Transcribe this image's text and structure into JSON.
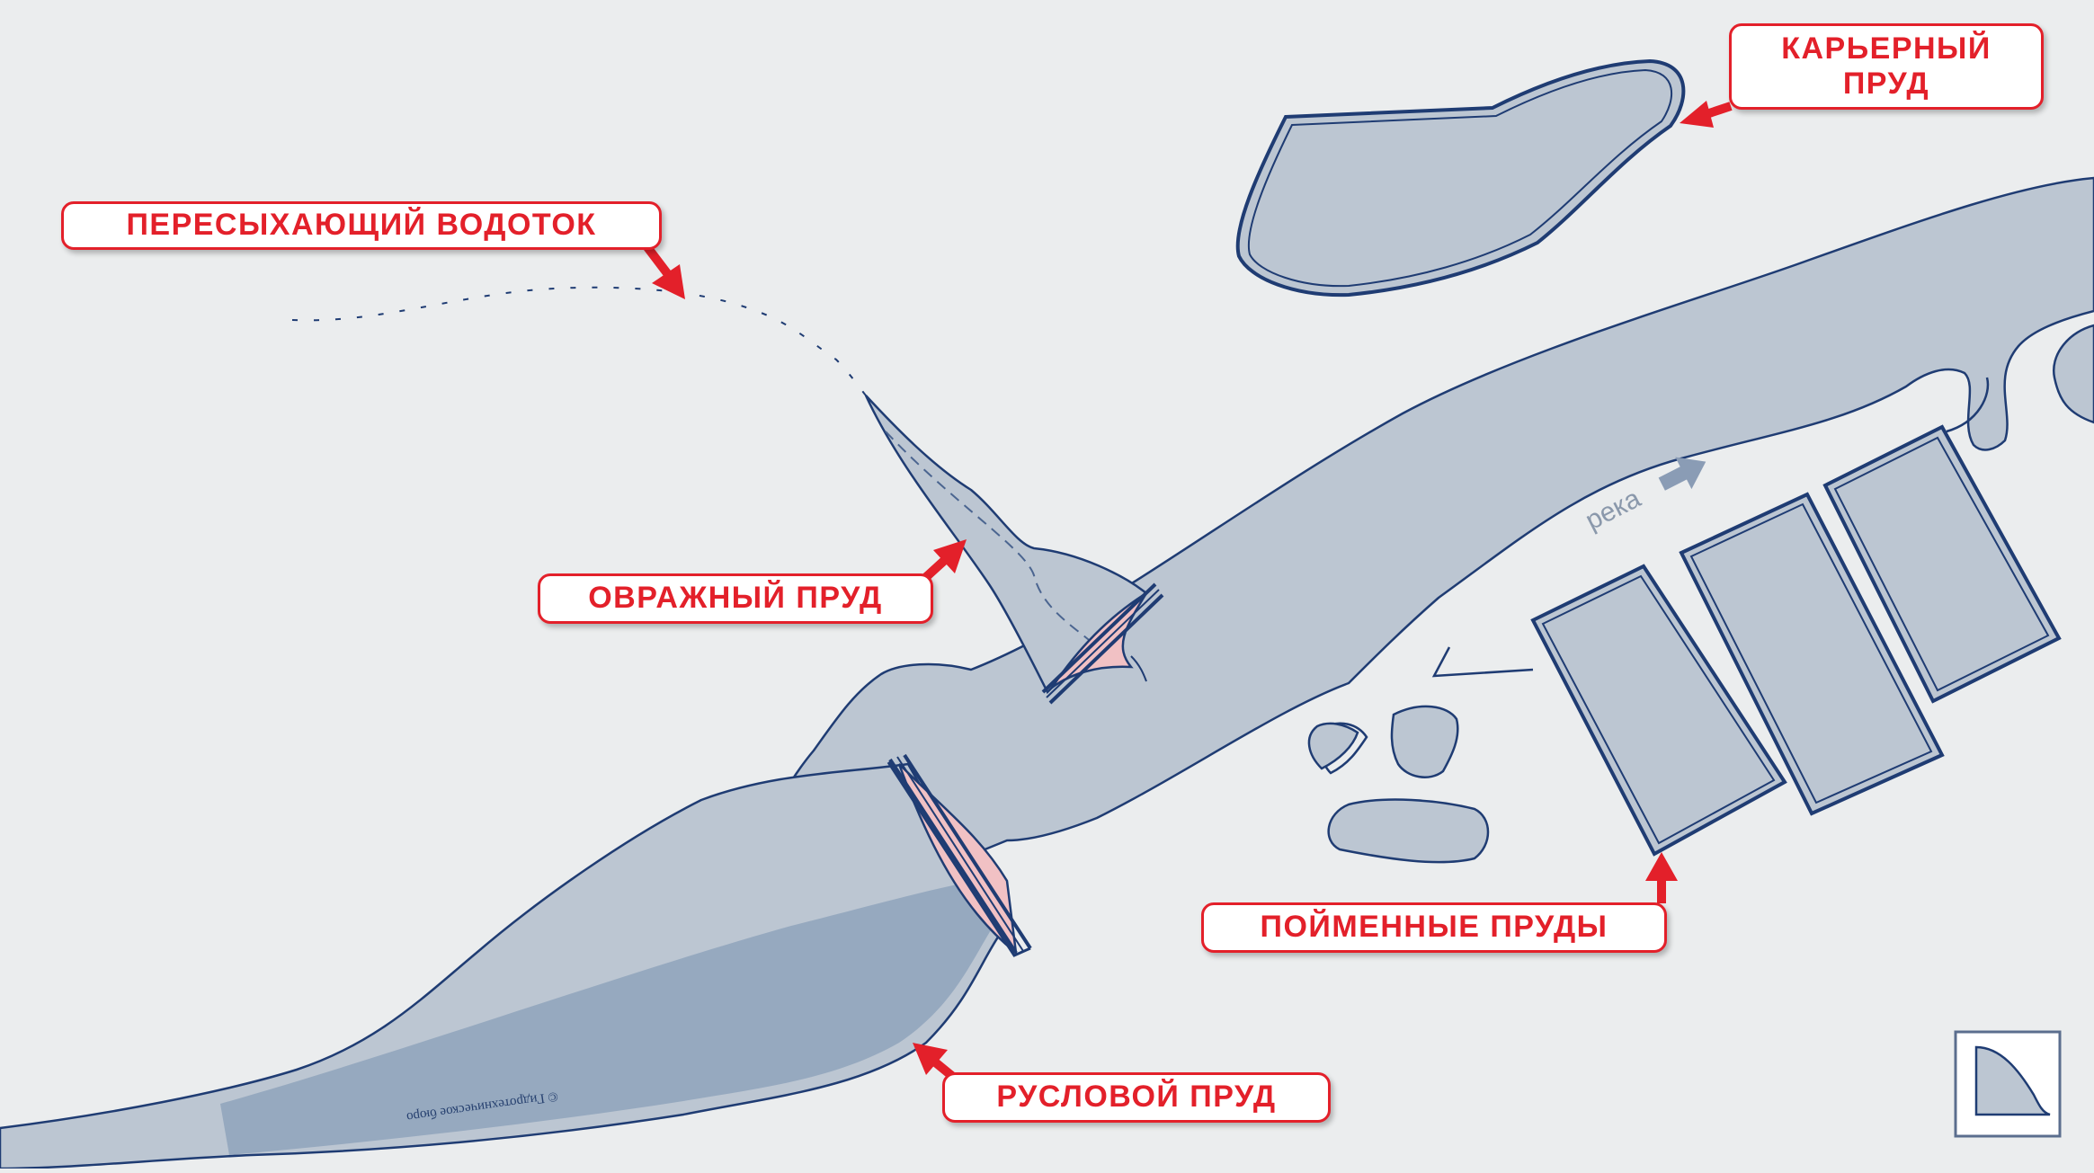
{
  "labels": {
    "dry_stream": "ПЕРЕСЫХАЮЩИЙ ВОДОТОК",
    "quarry_pond_line1": "КАРЬЕРНЫЙ",
    "quarry_pond_line2": "ПРУД",
    "ravine_pond": "ОВРАЖНЫЙ ПРУД",
    "floodplain_ponds": "ПОЙМЕННЫЕ ПРУДЫ",
    "channel_pond": "РУСЛОВОЙ ПРУД",
    "river": "река",
    "copyright": "© Гидротехническое бюро"
  },
  "icons": {
    "flow_arrow": "flow-direction-arrow",
    "logo": "hydro-bureau-logo"
  },
  "colors": {
    "background": "#ebedee",
    "water_light": "#bcc6d2",
    "water_dark": "#96a9bf",
    "outline": "#1f3c73",
    "accent_red": "#e3202a",
    "dam_pink": "#f1c1c4"
  }
}
